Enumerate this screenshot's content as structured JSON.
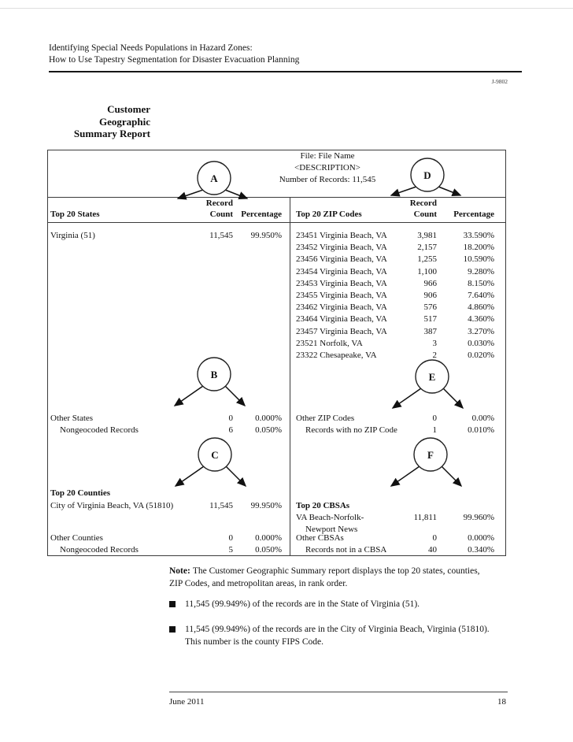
{
  "header": {
    "line1": "Identifying Special Needs Populations in Hazard Zones:",
    "line2": "How to Use Tapestry Segmentation for Disaster Evacuation Planning",
    "doc_code": "J-9802"
  },
  "title": {
    "line1": "Customer",
    "line2": "Geographic",
    "line3": "Summary Report"
  },
  "file_info": {
    "line1": "File: File Name",
    "line2": "<DESCRIPTION>",
    "line3": "Number of Records: 11,545"
  },
  "callouts": {
    "letters": [
      "A",
      "B",
      "C",
      "D",
      "E",
      "F"
    ]
  },
  "table": {
    "left": {
      "header": {
        "title": "Top 20 States",
        "record": "Record",
        "count": "Count",
        "pct": "Percentage"
      },
      "groups": {
        "states": [
          {
            "label": "Virginia (51)",
            "count": "11,545",
            "pct": "99.950%"
          }
        ],
        "others": [
          {
            "label": "Other States",
            "count": "0",
            "pct": "0.000%"
          },
          {
            "label": "Nongeocoded Records",
            "count": "6",
            "pct": "0.050%",
            "indent": true
          }
        ],
        "counties_title": [
          {
            "label": "Top 20 Counties",
            "bold": true
          }
        ],
        "counties": [
          {
            "label": "City of Virginia Beach, VA (51810)",
            "count": "11,545",
            "pct": "99.950%"
          }
        ],
        "counties_others": [
          {
            "label": "Other Counties",
            "count": "0",
            "pct": "0.000%"
          },
          {
            "label": "Nongeocoded Records",
            "count": "5",
            "pct": "0.050%",
            "indent": true
          }
        ]
      }
    },
    "right": {
      "header": {
        "title": "Top 20 ZIP Codes",
        "record": "Record",
        "count": "Count",
        "pct": "Percentage"
      },
      "groups": {
        "zips": [
          {
            "label": "23451 Virginia Beach, VA",
            "count": "3,981",
            "pct": "33.590%"
          },
          {
            "label": "23452 Virginia Beach, VA",
            "count": "2,157",
            "pct": "18.200%"
          },
          {
            "label": "23456 Virginia Beach, VA",
            "count": "1,255",
            "pct": "10.590%"
          },
          {
            "label": "23454 Virginia Beach, VA",
            "count": "1,100",
            "pct": "9.280%"
          },
          {
            "label": "23453 Virginia Beach, VA",
            "count": "966",
            "pct": "8.150%"
          },
          {
            "label": "23455 Virginia Beach, VA",
            "count": "906",
            "pct": "7.640%"
          },
          {
            "label": "23462 Virginia Beach, VA",
            "count": "576",
            "pct": "4.860%"
          },
          {
            "label": "23464 Virginia Beach, VA",
            "count": "517",
            "pct": "4.360%"
          },
          {
            "label": "23457 Virginia Beach, VA",
            "count": "387",
            "pct": "3.270%"
          },
          {
            "label": "23521 Norfolk, VA",
            "count": "3",
            "pct": "0.030%"
          },
          {
            "label": "23322 Chesapeake, VA",
            "count": "2",
            "pct": "0.020%"
          }
        ],
        "others": [
          {
            "label": "Other ZIP Codes",
            "count": "0",
            "pct": "0.00%"
          },
          {
            "label": "Records with no ZIP Code",
            "count": "1",
            "pct": "0.010%",
            "indent": true
          }
        ],
        "cbsa_title": [
          {
            "label": "Top 20 CBSAs",
            "bold": true
          }
        ],
        "cbsas": [
          {
            "label": "VA Beach-Norfolk-",
            "count": "11,811",
            "pct": "99.960%"
          },
          {
            "label": "Newport News",
            "indent": true
          }
        ],
        "cbsa_others": [
          {
            "label": "Other CBSAs",
            "count": "0",
            "pct": "0.000%"
          },
          {
            "label": "Records not in a CBSA",
            "count": "40",
            "pct": "0.340%",
            "indent": true
          }
        ]
      }
    }
  },
  "note": {
    "bold_label": "Note:",
    "line1": "The Customer Geographic Summary report displays the top 20 states, counties,",
    "line2": "ZIP Codes, and metropolitan areas, in rank order.",
    "bullets": [
      [
        "11,545 (99.949%) of the records are in the State of Virginia (51)."
      ],
      [
        "11,545 (99.949%) of the records are in the City of Virginia Beach, Virginia (51810).",
        "This number is the county FIPS Code."
      ]
    ]
  },
  "footer": {
    "date": "June 2011",
    "page": "18"
  }
}
